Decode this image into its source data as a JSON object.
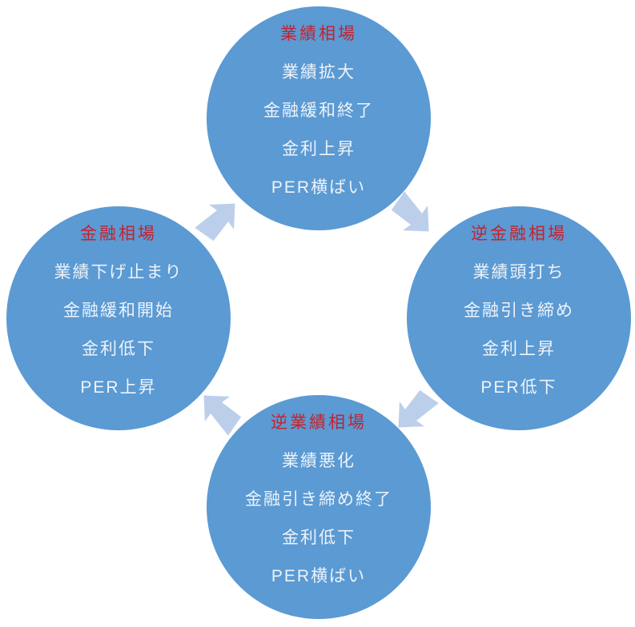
{
  "diagram": {
    "description": "Japanese stock market cycle diagram with four phases connected by clockwise arrows",
    "colors": {
      "background": "#ffffff",
      "circle_fill": "#5b9ad3",
      "title_color": "#c3232e",
      "text_color": "#eef3f9",
      "arrow_fill": "#bccfea"
    },
    "circles": [
      {
        "position": "top",
        "title": "業績相場",
        "lines": [
          "業績拡大",
          "金融緩和終了",
          "金利上昇",
          "PER横ばい"
        ]
      },
      {
        "position": "right",
        "title": "逆金融相場",
        "lines": [
          "業績頭打ち",
          "金融引き締め",
          "金利上昇",
          "PER低下"
        ]
      },
      {
        "position": "bottom",
        "title": "逆業績相場",
        "lines": [
          "業績悪化",
          "金融引き締め終了",
          "金利低下",
          "PER横ばい"
        ]
      },
      {
        "position": "left",
        "title": "金融相場",
        "lines": [
          "業績下げ止まり",
          "金融緩和開始",
          "金利低下",
          "PER上昇"
        ]
      }
    ],
    "arrows": [
      {
        "from": "left-circle",
        "to": "top-circle",
        "direction": "northeast"
      },
      {
        "from": "top-circle",
        "to": "right-circle",
        "direction": "southeast"
      },
      {
        "from": "right-circle",
        "to": "bottom-circle",
        "direction": "southwest"
      },
      {
        "from": "bottom-circle",
        "to": "left-circle",
        "direction": "northwest"
      }
    ]
  }
}
